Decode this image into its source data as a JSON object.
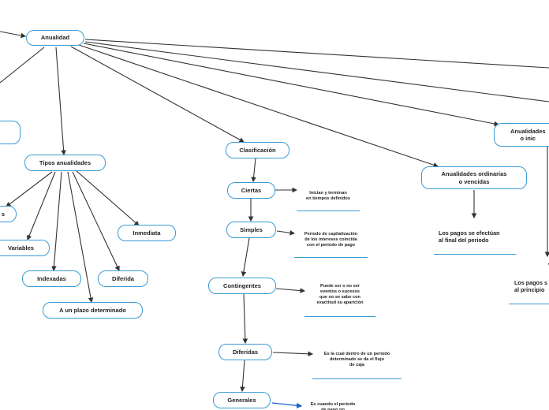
{
  "colors": {
    "node_border": "#3a9bd5",
    "edge": "#333333",
    "highlight_edge": "#1a5fc9"
  },
  "nodes": {
    "root": "Anualidad",
    "tipos": "Tipos anualidades",
    "clasificacion": "Clasificación",
    "ordinarias": "Anualidades ordinarias\no vencidas",
    "anticipadas": "Anualidades\no inic",
    "ciertas": "Ciertas",
    "simples": "Simples",
    "contingentes": "Contingentes",
    "diferidas": "Diferidas",
    "generales": "Generales",
    "left_partial": "s",
    "variables": "Variables",
    "indexadas": "Indexadas",
    "diferida": "Diferida",
    "inmediata": "Inmediata",
    "plazo": "A un plazo determinado"
  },
  "notes": {
    "ciertas": "Inician y terminan\nen tiempos definidos",
    "simples": "Periodo de capitalización\nde los intereses coincida\ncon el periodo de pago",
    "contingentes": "Puede ser o no ser\neventos o sucesos\nque no se sabe con\nexactitud su aparición",
    "diferidas": "Es la cual dentro de un periodo\ndeterminado se da el flujo\nde caja",
    "generales": "Es cuando el periodo\nde pago no\ncoincide con el de",
    "ordinarias": "Los pagos se efectúan\nal final del periodo",
    "anticipadas_mark": "v",
    "anticipadas": "Los pagos s\nal principio"
  }
}
